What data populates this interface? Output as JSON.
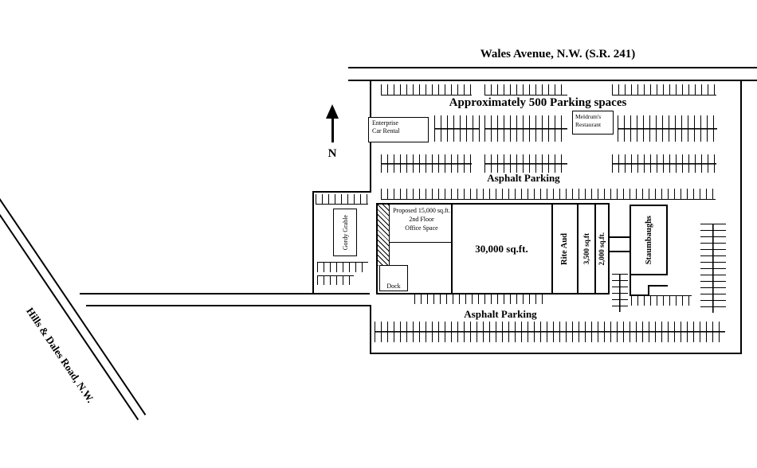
{
  "page": {
    "background": "#ffffff",
    "ink": "#000000"
  },
  "roads": {
    "wales_avenue_label": "Wales Avenue, N.W. (S.R. 241)",
    "hills_dales_label": "Hills & Dales Road, N.W."
  },
  "compass": {
    "north_label": "N"
  },
  "parking": {
    "total_label": "Approximately 500 Parking spaces",
    "asphalt_top_label": "Asphalt Parking",
    "asphalt_bottom_label": "Asphalt Parking"
  },
  "buildings": {
    "enterprise_label": "Enterprise\nCar Rental",
    "meldrums_label": "Meldrum's\nRestaurant",
    "gordy_label": "Gordy Grable",
    "office_label": "Proposed 15,000 sq.ft.\n2nd Floor\nOffice Space",
    "dock_label": "Dock",
    "retail_label": "30,000 sq.ft.",
    "rite_aid_label": "Rite Aud",
    "suite_3500_label": "3,500 sq.ft",
    "suite_2000_label": "2,000 sq.ft.",
    "staumbaughs_label": "Staumbaughs"
  }
}
